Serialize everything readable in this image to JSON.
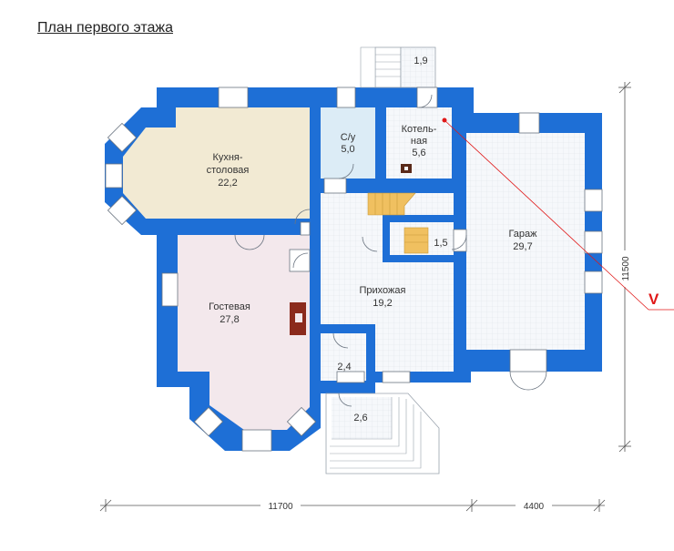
{
  "title": "План первого этажа",
  "rooms": {
    "kitchen_name_1": "Кухня-",
    "kitchen_name_2": "столовая",
    "kitchen_area": "22,2",
    "bath_name": "С/у",
    "bath_area": "5,0",
    "boiler_name_1": "Котель-",
    "boiler_name_2": "ная",
    "boiler_area": "5,6",
    "garage_name": "Гараж",
    "garage_area": "29,7",
    "guest_name": "Гостевая",
    "guest_area": "27,8",
    "hall_name": "Прихожая",
    "hall_area": "19,2",
    "porch_top_area": "1,9",
    "closet_area": "1,5",
    "vestibule_area": "2,4",
    "porch_area": "2,6"
  },
  "dimensions": {
    "width_main": "11700",
    "width_garage": "4400",
    "depth": "11500"
  },
  "marker": "V",
  "colors": {
    "wall": "#1e6fd6",
    "kitchen": "#f2ead3",
    "guest": "#f3e8ec",
    "bath": "#dcecf6",
    "floor": "#f6f8fb",
    "accent": "#e01818"
  }
}
